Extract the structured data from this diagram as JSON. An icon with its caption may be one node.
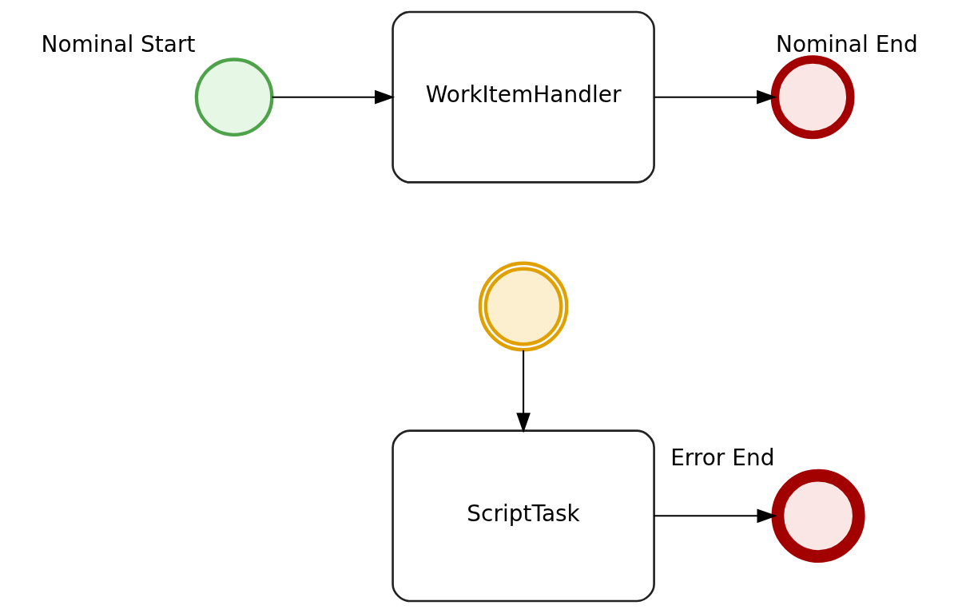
{
  "diagram": {
    "nodes": [
      {
        "text": [
          "Nominal Start"
        ]
      },
      {
        "text": [
          "WorkItemHandler"
        ]
      },
      {
        "text": [],
        "shape": "circle"
      },
      {
        "text": [
          "Nominal End"
        ]
      },
      {
        "text": [
          "ScriptTask"
        ]
      },
      {
        "text": [
          "Error End"
        ]
      }
    ],
    "edges": [
      {
        "from": 0,
        "to": 1,
        "arrow": "to"
      },
      {
        "from": 1,
        "to": 3,
        "arrow": "to"
      },
      {
        "from": 2,
        "to": 4,
        "arrow": "to"
      },
      {
        "from": 4,
        "to": 5,
        "arrow": "to"
      }
    ]
  }
}
